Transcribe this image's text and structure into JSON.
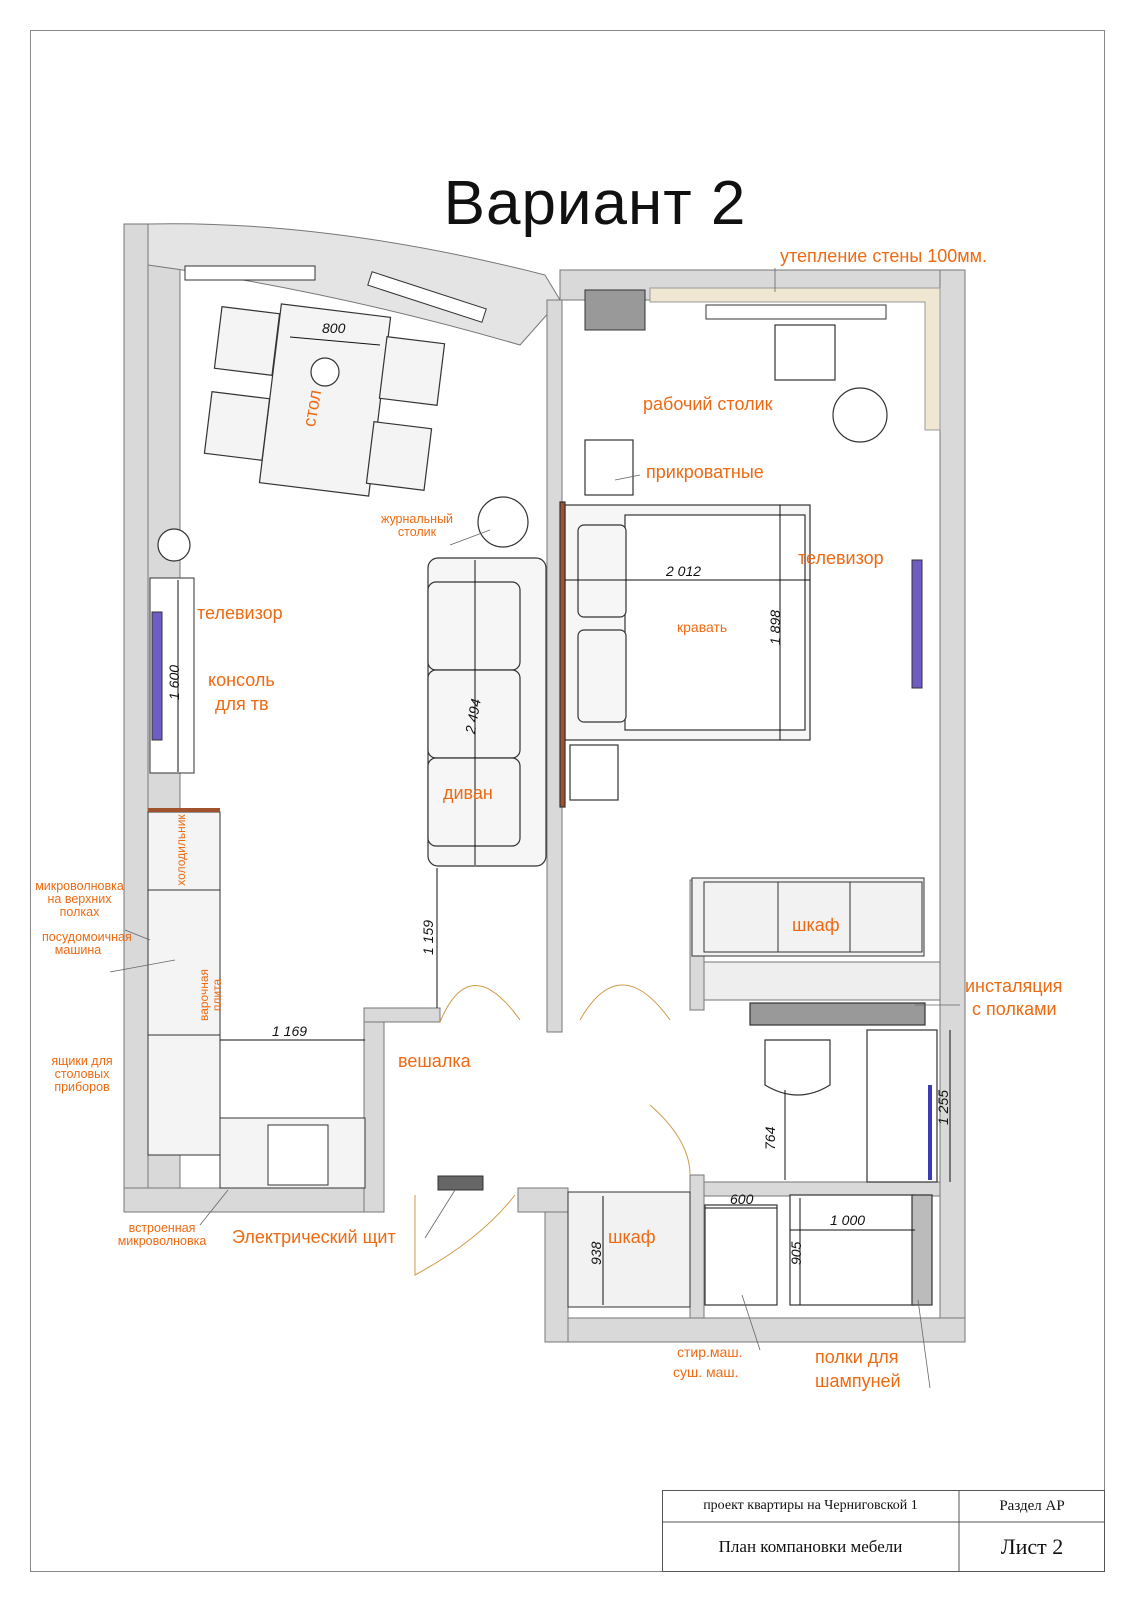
{
  "title": "Вариант 2",
  "labels": {
    "wall_insulation": "утепление стены 100мм.",
    "work_table": "рабочий столик",
    "bedside": "прикроватные",
    "coffee_table": "журнальный столик",
    "tv_bedroom": "телевизор",
    "bed": "кравать",
    "table": "стол",
    "tv_living": "телевизор",
    "tv_console_line1": "консоль",
    "tv_console_line2": "для тв",
    "sofa": "диван",
    "fridge": "холодильник",
    "microwave_top": "микроволновка на верхних полках",
    "dishwasher": "посудомоичная машина",
    "hob": "варочная плита",
    "cutlery_drawers": "ящики для столовых приборов",
    "builtin_microwave": "встроенная микроволновка",
    "electric_panel": "Электрический щит",
    "hanger": "вешалка",
    "wardrobe_bedroom": "шкаф",
    "installation_line1": "инсталяция",
    "installation_line2": "с полками",
    "wardrobe_hall": "шкаф",
    "washer_line1": "стир.маш.",
    "washer_line2": "суш. маш.",
    "shampoo_line1": "полки для",
    "shampoo_line2": "шампуней"
  },
  "dimensions": {
    "table_width": "800",
    "bed_width": "2 012",
    "bed_length": "1 898",
    "tv_console_length": "1 600",
    "sofa_length": "2 494",
    "sofa_to_door": "1 159",
    "kitchen_width": "1 169",
    "washer_width": "600",
    "shower_width": "1 000",
    "shower_depth": "905",
    "wardrobe_depth": "938",
    "toilet_depth": "764",
    "bath_length": "1 255"
  },
  "title_block": {
    "project": "проект квартиры на Черниговской 1",
    "section": "Раздел АР",
    "plan_name": "План компановки мебели",
    "sheet": "Лист 2"
  },
  "colors": {
    "label": "#ee6a12",
    "wall": "#d8d8d8",
    "insulation": "#efe7d2",
    "tv": "#6f5dc4"
  }
}
